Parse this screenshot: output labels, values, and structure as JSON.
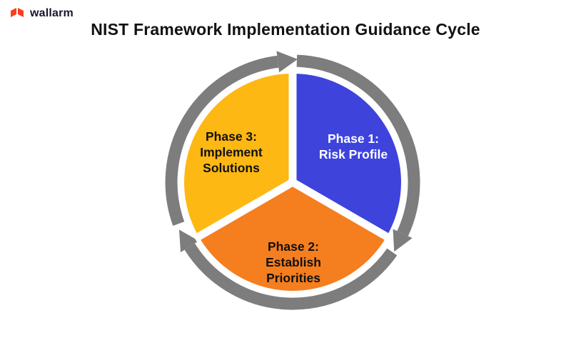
{
  "logo": {
    "brand": "wallarm",
    "icon_color": "#fa3e1e",
    "text_color": "#17162e"
  },
  "title": "NIST Framework Implementation Guidance Cycle",
  "diagram": {
    "type": "cycle",
    "direction": "clockwise",
    "arrow_color": "#7d7d7d",
    "separator_color": "#ffffff",
    "phases": [
      {
        "lines": [
          "Phase 1:",
          "Risk Profile"
        ],
        "color": "#3e43dc",
        "text_color": "#ffffff"
      },
      {
        "lines": [
          "Phase 2:",
          "Establish",
          "Priorities"
        ],
        "color": "#f57e1f",
        "text_color": "#111111"
      },
      {
        "lines": [
          "Phase 3:",
          "Implement",
          "Solutions"
        ],
        "color": "#fdb813",
        "text_color": "#111111"
      }
    ]
  }
}
